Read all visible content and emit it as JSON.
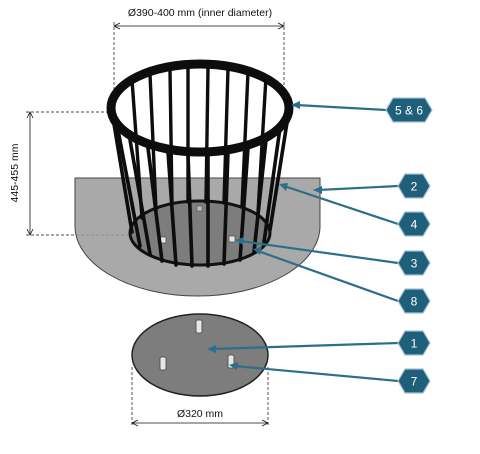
{
  "dimensions": {
    "inner_diameter": "Ø390-400 mm (inner diameter)",
    "height": "445-455 mm",
    "base_diameter": "Ø320 mm"
  },
  "callouts": [
    {
      "id": "c56",
      "label": "5 & 6"
    },
    {
      "id": "c2",
      "label": "2"
    },
    {
      "id": "c4",
      "label": "4"
    },
    {
      "id": "c3",
      "label": "3"
    },
    {
      "id": "c8",
      "label": "8"
    },
    {
      "id": "c1",
      "label": "1"
    },
    {
      "id": "c7",
      "label": "7"
    }
  ],
  "colors": {
    "badge_fill": "#1f5f7a",
    "badge_stroke": "#9fc4d6",
    "leader": "#2b6f8c",
    "plate_fill": "#9a9a9a",
    "cage_stroke": "#0d0d0d",
    "base_disk_fill": "#7d7d7d",
    "peg_fill": "#e6e6e6"
  }
}
